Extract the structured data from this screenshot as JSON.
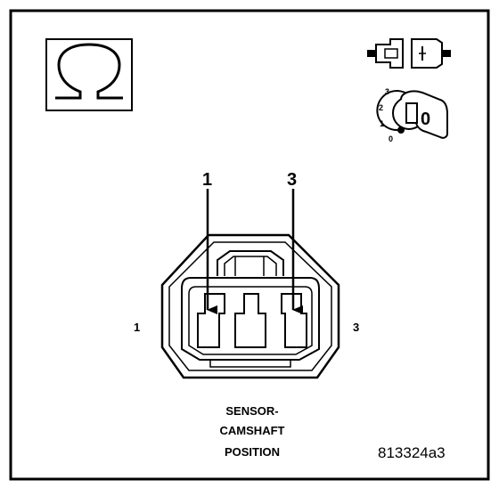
{
  "symbols": {
    "ohm_icon": "ohm-symbol-icon",
    "connector_icon": "unplugged-connector-icon",
    "ignition_icon": "ignition-key-icon"
  },
  "ignition": {
    "scale_labels": [
      "3",
      "2",
      "1",
      "0"
    ],
    "key_label": "0"
  },
  "callouts": {
    "pin_left": "1",
    "pin_right": "3"
  },
  "connector": {
    "side_label_left": "1",
    "side_label_right": "3"
  },
  "caption": {
    "line1": "SENSOR-",
    "line2": "CAMSHAFT",
    "line3": "POSITION"
  },
  "figure_id": "813324a3",
  "colors": {
    "ink": "#000000",
    "paper": "#ffffff"
  }
}
